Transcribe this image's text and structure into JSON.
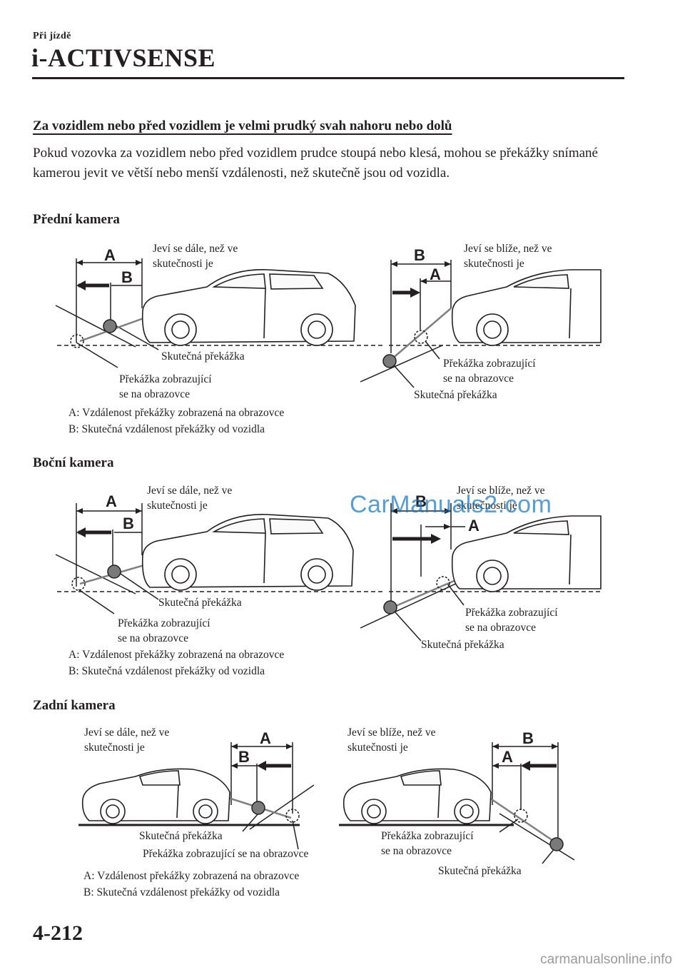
{
  "header": {
    "chapter": "Při jízdě",
    "title": "i-ACTIVSENSE"
  },
  "section": {
    "heading": "Za vozidlem nebo před vozidlem je velmi prudký svah nahoru nebo dolů",
    "paragraph": "Pokud vozovka za vozidlem nebo před vozidlem prudce stoupá nebo klesá, mohou se překážky snímané kamerou jevit ve větší nebo menší vzdálenosti, než skutečně jsou od vozidla."
  },
  "figures": {
    "front": {
      "heading": "Přední kamera",
      "left": {
        "A": "A",
        "B": "B",
        "appears": "Jeví se dále, než ve\nskutečnosti je",
        "actual": "Skutečná překážka",
        "displayed": "Překážka zobrazující\nse na obrazovce"
      },
      "right": {
        "A": "A",
        "B": "B",
        "appears": "Jeví se blíže, než ve\nskutečnosti je",
        "actual": "Skutečná překážka",
        "displayed": "Překážka zobrazující\nse na obrazovce"
      },
      "legend_a": "A: Vzdálenost překážky zobrazená na obrazovce",
      "legend_b": "B: Skutečná vzdálenost překážky od vozidla"
    },
    "side": {
      "heading": "Boční kamera",
      "left": {
        "A": "A",
        "B": "B",
        "appears": "Jeví se dále, než ve\nskutečnosti je",
        "actual": "Skutečná překážka",
        "displayed": "Překážka zobrazující\nse na obrazovce"
      },
      "right": {
        "A": "A",
        "B": "B",
        "appears": "Jeví se blíže, než ve\nskutečnosti je",
        "actual": "Skutečná překážka",
        "displayed": "Překážka zobrazující\nse na obrazovce"
      },
      "legend_a": "A: Vzdálenost překážky zobrazená na obrazovce",
      "legend_b": "B: Skutečná vzdálenost překážky od vozidla"
    },
    "rear": {
      "heading": "Zadní kamera",
      "left": {
        "A": "A",
        "B": "B",
        "appears": "Jeví se dále, než ve\nskutečnosti je",
        "actual": "Skutečná překážka",
        "displayed": "Překážka zobrazující se na obrazovce"
      },
      "right": {
        "A": "A",
        "B": "B",
        "appears": "Jeví se blíže, než ve\nskutečnosti je",
        "actual": "Skutečná překážka",
        "displayed": "Překážka zobrazující\nse na obrazovce"
      },
      "legend_a": "A: Vzdálenost překážky zobrazená na obrazovce",
      "legend_b": "B: Skutečná vzdálenost překážky od vozidla"
    }
  },
  "footer": {
    "page_number": "4-212",
    "watermark": "CarManuals2.com",
    "site": "carmanualsonline.info"
  }
}
